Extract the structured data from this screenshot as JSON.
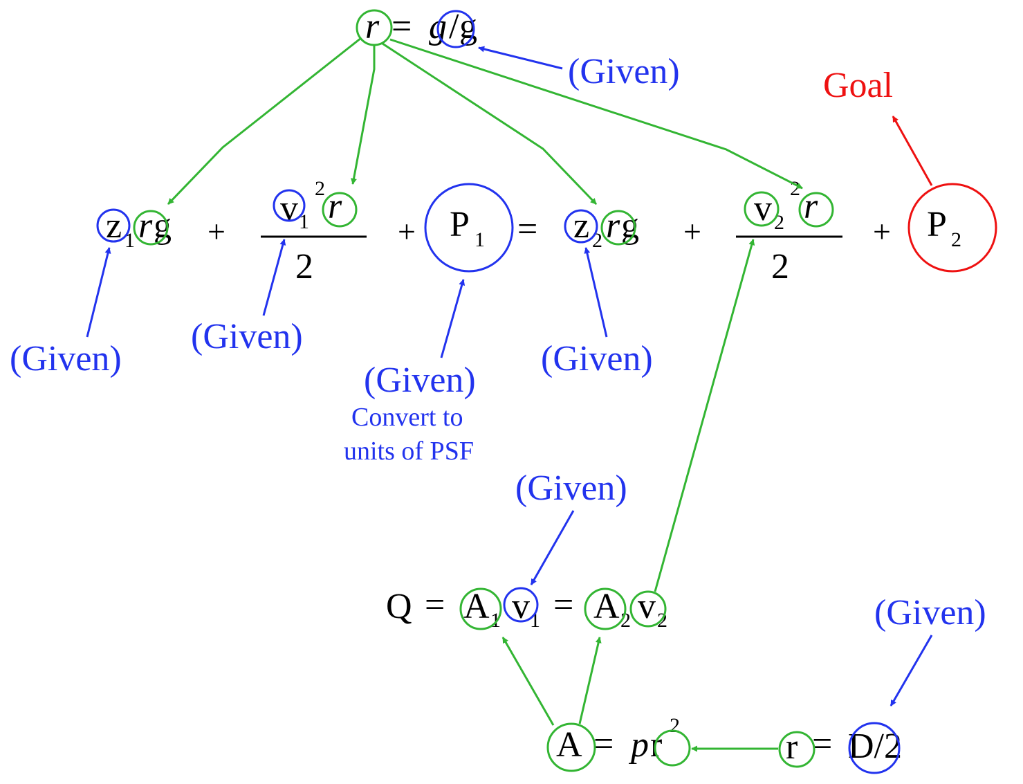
{
  "colors": {
    "given": "#2233ee",
    "dependency": "#33b533",
    "goal": "#ee1111",
    "text": "#000000"
  },
  "density_equation": {
    "lhs": "r",
    "eq": "=",
    "numerator": "g",
    "slash": "/",
    "denominator": "g"
  },
  "bernoulli": {
    "z1": "z",
    "z1_sub": "1",
    "rho1": "r",
    "g1": "g",
    "plus1": "+",
    "v1": "v",
    "v1_sub": "1",
    "v1_exp": "2",
    "rho_v1": "r",
    "den1": "2",
    "plus2": "+",
    "p1": "P",
    "p1_sub": "1",
    "eq": "=",
    "z2": "z",
    "z2_sub": "2",
    "rho2": "r",
    "g2": "g",
    "plus3": "+",
    "v2": "v",
    "v2_sub": "2",
    "v2_exp": "2",
    "rho_v2": "r",
    "den2": "2",
    "plus4": "+",
    "p2": "P",
    "p2_sub": "2"
  },
  "continuity": {
    "q": "Q",
    "eq1": "=",
    "a1": "A",
    "a1_sub": "1",
    "v1": "v",
    "v1_sub": "1",
    "eq2": "=",
    "a2": "A",
    "a2_sub": "2",
    "v2": "v",
    "v2_sub": "2"
  },
  "area_equation": {
    "a": "A",
    "eq": "=",
    "pi": "p",
    "r": "r",
    "exp": "2"
  },
  "radius_equation": {
    "r": "r",
    "eq": "=",
    "rhs": "D/2"
  },
  "labels": {
    "goal": "Goal",
    "given_gamma": "(Given)",
    "given_z1": "(Given)",
    "given_v1": "(Given)",
    "given_p1": "(Given)",
    "given_p1_note_line1": "Convert to",
    "given_p1_note_line2": "units of PSF",
    "given_z2": "(Given)",
    "given_v1_continuity": "(Given)",
    "given_d": "(Given)"
  }
}
